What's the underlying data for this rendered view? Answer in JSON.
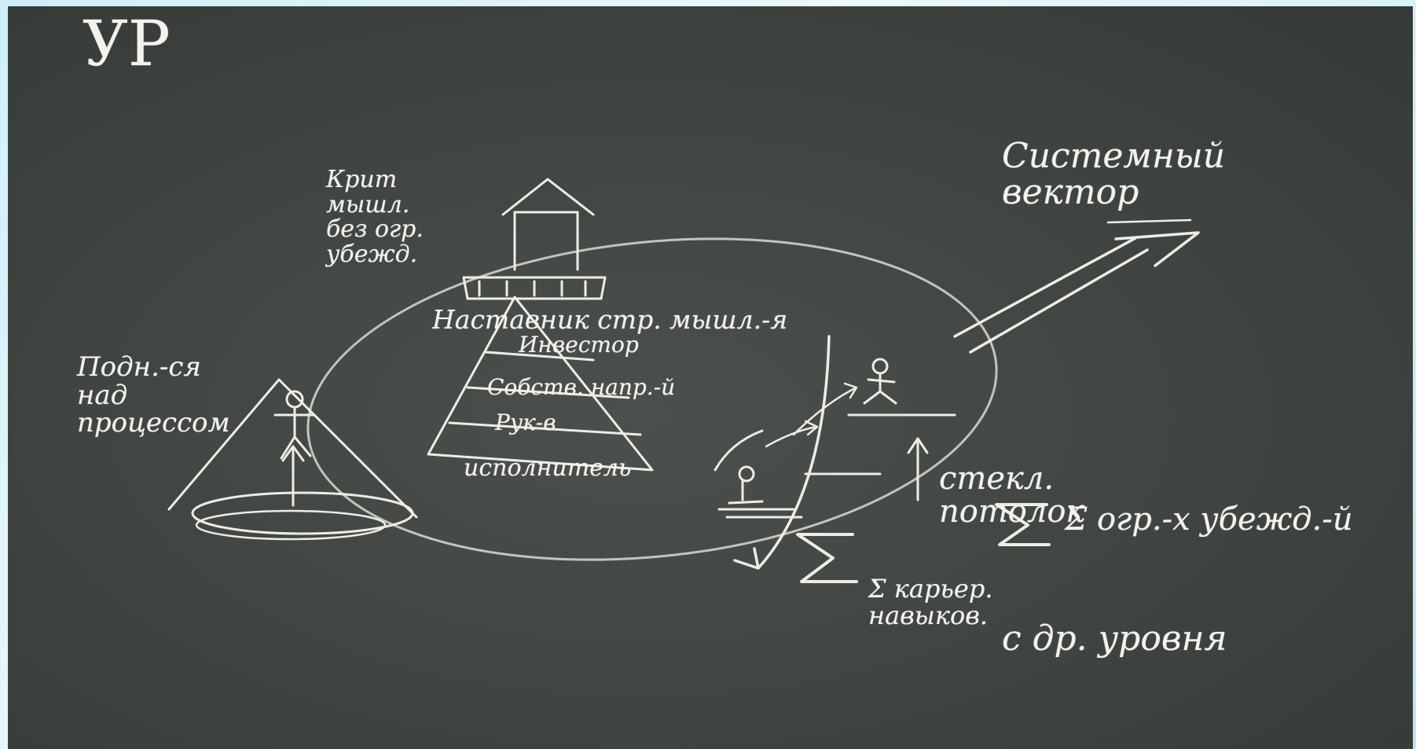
{
  "colors": {
    "frame": "#cfeef7",
    "board": "#414642",
    "chalk": "#f3f3ee"
  },
  "labels": {
    "corner_title": "УР",
    "system_vector": "Системный\nвектор",
    "critical_thinking": "Крит\nмышл.\nбез огр.\nубежд.",
    "rise_above": "Подн.-ся\nнад\nпроцессом",
    "mentor": "Наставник стр. мышл.-я",
    "pyramid_investor": "Инвестор",
    "pyramid_owner": "Собств. напр.-й",
    "pyramid_manager": "Рук-в",
    "pyramid_executor": "исполнитель",
    "glass_ceiling": "стекл.\nпотолок",
    "sum_beliefs": "Σ огр.-х убежд.-й",
    "sum_skills": "Σ карьер.\nнавыков.",
    "other_level": "с др. уровня"
  },
  "icons": [
    "pyramid-icon",
    "stick-figure-icon",
    "arrow-icon",
    "ellipse-orbit-icon",
    "sum-sign-icon"
  ]
}
